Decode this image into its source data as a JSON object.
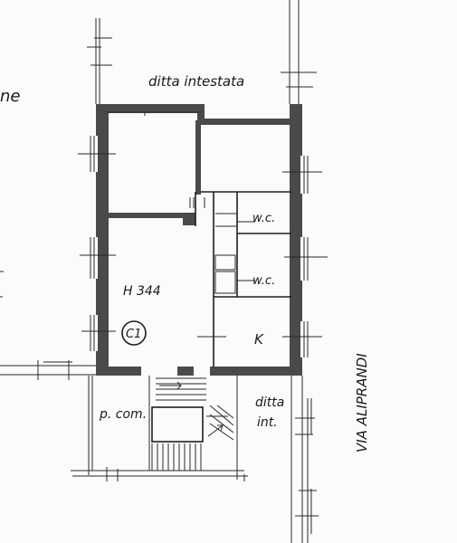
{
  "plan": {
    "labels": {
      "ditta_intestata": "ditta intestata",
      "room_height": "H 344",
      "unit_code": "C1",
      "wc_upper": "w.c.",
      "wc_lower": "w.c.",
      "kitchen": "K",
      "common_area": "p. com.",
      "ditta_int_line1": "ditta",
      "ditta_int_line2": "int.",
      "street": "VIA ALIPRANDI",
      "edge_fragment": "ne"
    },
    "colors": {
      "paper": "#fbfbfa",
      "ink": "#1e1e1e",
      "wall_fill": "#4a4a4a"
    }
  }
}
